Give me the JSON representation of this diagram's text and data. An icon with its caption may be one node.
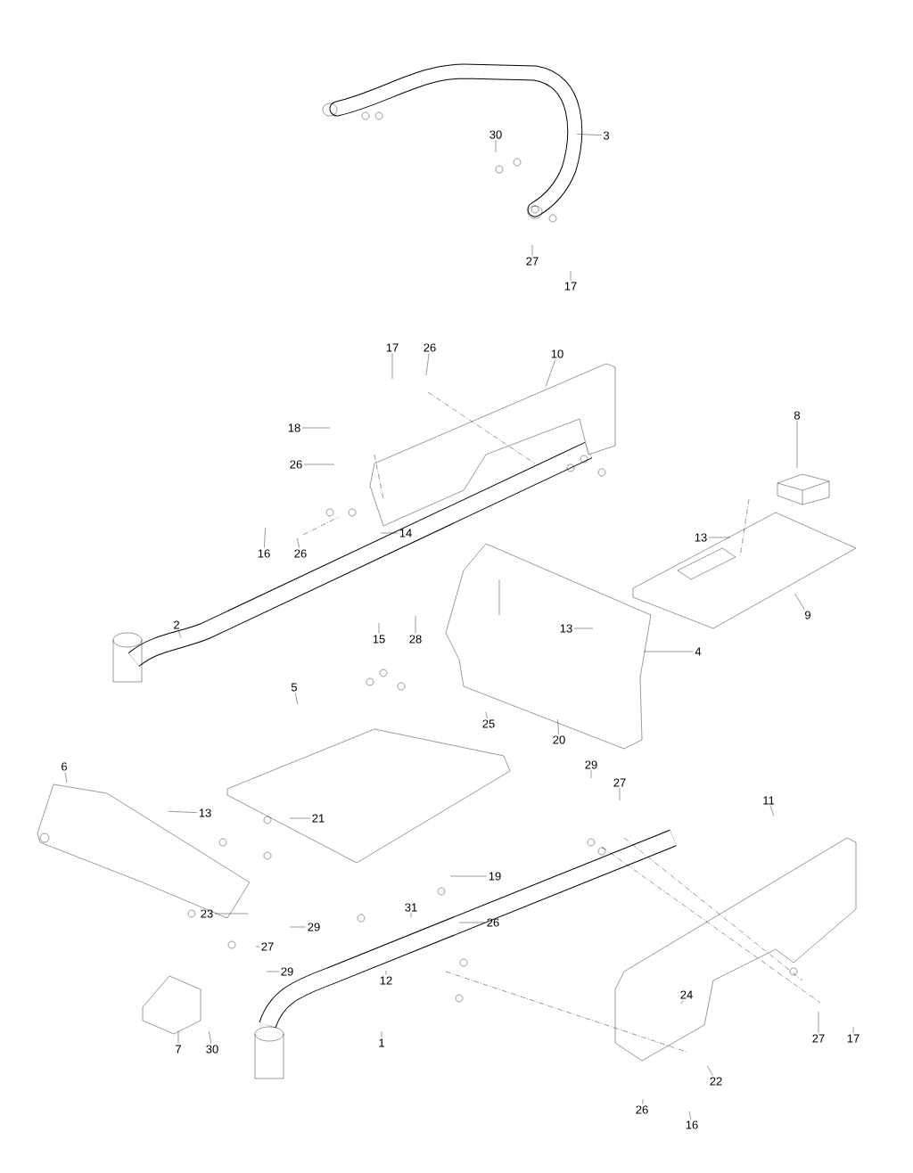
{
  "diagram": {
    "nodes": [
      {
        "text": [
          "3"
        ]
      },
      {
        "text": [
          "30"
        ]
      },
      {
        "text": [
          "27"
        ]
      },
      {
        "text": [
          "17"
        ]
      },
      {
        "text": [
          "17"
        ]
      },
      {
        "text": [
          "26"
        ]
      },
      {
        "text": [
          "10"
        ]
      },
      {
        "text": [
          "8"
        ]
      },
      {
        "text": [
          "18"
        ]
      },
      {
        "text": [
          "26"
        ]
      },
      {
        "text": [
          "14"
        ]
      },
      {
        "text": [
          "13"
        ]
      },
      {
        "text": [
          "16"
        ]
      },
      {
        "text": [
          "26"
        ]
      },
      {
        "text": [
          "9"
        ]
      },
      {
        "text": [
          "2"
        ]
      },
      {
        "text": [
          "15"
        ]
      },
      {
        "text": [
          "28"
        ]
      },
      {
        "text": [
          "13"
        ]
      },
      {
        "text": [
          "4"
        ]
      },
      {
        "text": [
          "5"
        ]
      },
      {
        "text": [
          "25"
        ]
      },
      {
        "text": [
          "20"
        ]
      },
      {
        "text": [
          "29"
        ]
      },
      {
        "text": [
          "27"
        ]
      },
      {
        "text": [
          "6"
        ]
      },
      {
        "text": [
          "13"
        ]
      },
      {
        "text": [
          "11"
        ]
      },
      {
        "text": [
          "21"
        ]
      },
      {
        "text": [
          "19"
        ]
      },
      {
        "text": [
          "23"
        ]
      },
      {
        "text": [
          "29"
        ]
      },
      {
        "text": [
          "31"
        ]
      },
      {
        "text": [
          "26"
        ]
      },
      {
        "text": [
          "27"
        ]
      },
      {
        "text": [
          "12"
        ]
      },
      {
        "text": [
          "29"
        ]
      },
      {
        "text": [
          "24"
        ]
      },
      {
        "text": [
          "7"
        ]
      },
      {
        "text": [
          "30"
        ]
      },
      {
        "text": [
          "1"
        ]
      },
      {
        "text": [
          "27"
        ]
      },
      {
        "text": [
          "17"
        ]
      },
      {
        "text": [
          "22"
        ]
      },
      {
        "text": [
          "26"
        ]
      },
      {
        "text": [
          "16"
        ]
      }
    ],
    "edges": [
      {
        "from": 0,
        "to": null,
        "arrow": "none"
      },
      {
        "from": 1,
        "to": null,
        "arrow": "none"
      },
      {
        "from": 2,
        "to": null,
        "arrow": "none"
      },
      {
        "from": 3,
        "to": null,
        "arrow": "none"
      },
      {
        "from": 4,
        "to": null,
        "arrow": "none"
      },
      {
        "from": 5,
        "to": null,
        "arrow": "none"
      },
      {
        "from": 6,
        "to": null,
        "arrow": "none"
      },
      {
        "from": 7,
        "to": null,
        "arrow": "none"
      },
      {
        "from": 8,
        "to": null,
        "arrow": "none"
      },
      {
        "from": 9,
        "to": null,
        "arrow": "none"
      },
      {
        "from": 10,
        "to": null,
        "arrow": "none"
      },
      {
        "from": 11,
        "to": null,
        "arrow": "none"
      },
      {
        "from": 12,
        "to": null,
        "arrow": "none"
      },
      {
        "from": 13,
        "to": null,
        "arrow": "none"
      },
      {
        "from": 14,
        "to": null,
        "arrow": "none"
      },
      {
        "from": 15,
        "to": null,
        "arrow": "none"
      },
      {
        "from": 16,
        "to": null,
        "arrow": "none"
      },
      {
        "from": 17,
        "to": null,
        "arrow": "none"
      },
      {
        "from": 18,
        "to": null,
        "arrow": "none"
      },
      {
        "from": 19,
        "to": null,
        "arrow": "none"
      },
      {
        "from": 20,
        "to": null,
        "arrow": "none"
      },
      {
        "from": 21,
        "to": null,
        "arrow": "none"
      },
      {
        "from": 22,
        "to": null,
        "arrow": "none"
      },
      {
        "from": 23,
        "to": null,
        "arrow": "none"
      },
      {
        "from": 24,
        "to": null,
        "arrow": "none"
      },
      {
        "from": 25,
        "to": null,
        "arrow": "none"
      },
      {
        "from": 26,
        "to": null,
        "arrow": "none"
      },
      {
        "from": 27,
        "to": null,
        "arrow": "none"
      },
      {
        "from": 28,
        "to": null,
        "arrow": "none"
      },
      {
        "from": 29,
        "to": null,
        "arrow": "none"
      },
      {
        "from": 30,
        "to": null,
        "arrow": "none"
      },
      {
        "from": 31,
        "to": null,
        "arrow": "none"
      },
      {
        "from": 32,
        "to": null,
        "arrow": "none"
      },
      {
        "from": 33,
        "to": null,
        "arrow": "none"
      },
      {
        "from": 34,
        "to": null,
        "arrow": "none"
      },
      {
        "from": 35,
        "to": null,
        "arrow": "none"
      },
      {
        "from": 36,
        "to": null,
        "arrow": "none"
      },
      {
        "from": 37,
        "to": null,
        "arrow": "none"
      },
      {
        "from": 38,
        "to": null,
        "arrow": "none"
      },
      {
        "from": 39,
        "to": null,
        "arrow": "none"
      },
      {
        "from": 40,
        "to": null,
        "arrow": "none"
      },
      {
        "from": 41,
        "to": null,
        "arrow": "none"
      },
      {
        "from": 42,
        "to": null,
        "arrow": "none"
      },
      {
        "from": 43,
        "to": null,
        "arrow": "none"
      },
      {
        "from": 44,
        "to": null,
        "arrow": "none"
      },
      {
        "from": 45,
        "to": null,
        "arrow": "none"
      }
    ]
  }
}
